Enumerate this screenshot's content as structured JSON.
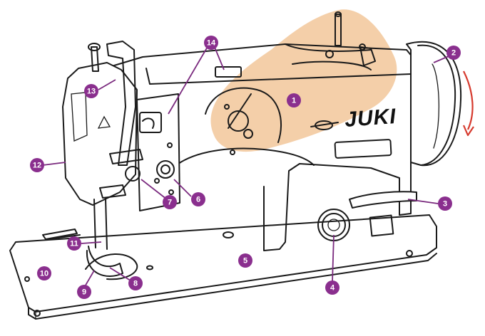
{
  "brand": "JUKI",
  "colors": {
    "callout": "#8a2f8e",
    "highlight": "#f2c79a",
    "rotation_arrow": "#d63a2e",
    "outline": "#1a1a1a"
  },
  "callouts": [
    {
      "id": "c1",
      "number": "1"
    },
    {
      "id": "c2",
      "number": "2"
    },
    {
      "id": "c3",
      "number": "3"
    },
    {
      "id": "c4",
      "number": "4"
    },
    {
      "id": "c5",
      "number": "5"
    },
    {
      "id": "c6",
      "number": "6"
    },
    {
      "id": "c7",
      "number": "7"
    },
    {
      "id": "c8",
      "number": "8"
    },
    {
      "id": "c9",
      "number": "9"
    },
    {
      "id": "c10",
      "number": "10"
    },
    {
      "id": "c11",
      "number": "11"
    },
    {
      "id": "c12",
      "number": "12"
    },
    {
      "id": "c13",
      "number": "13"
    },
    {
      "id": "c14",
      "number": "14"
    }
  ]
}
